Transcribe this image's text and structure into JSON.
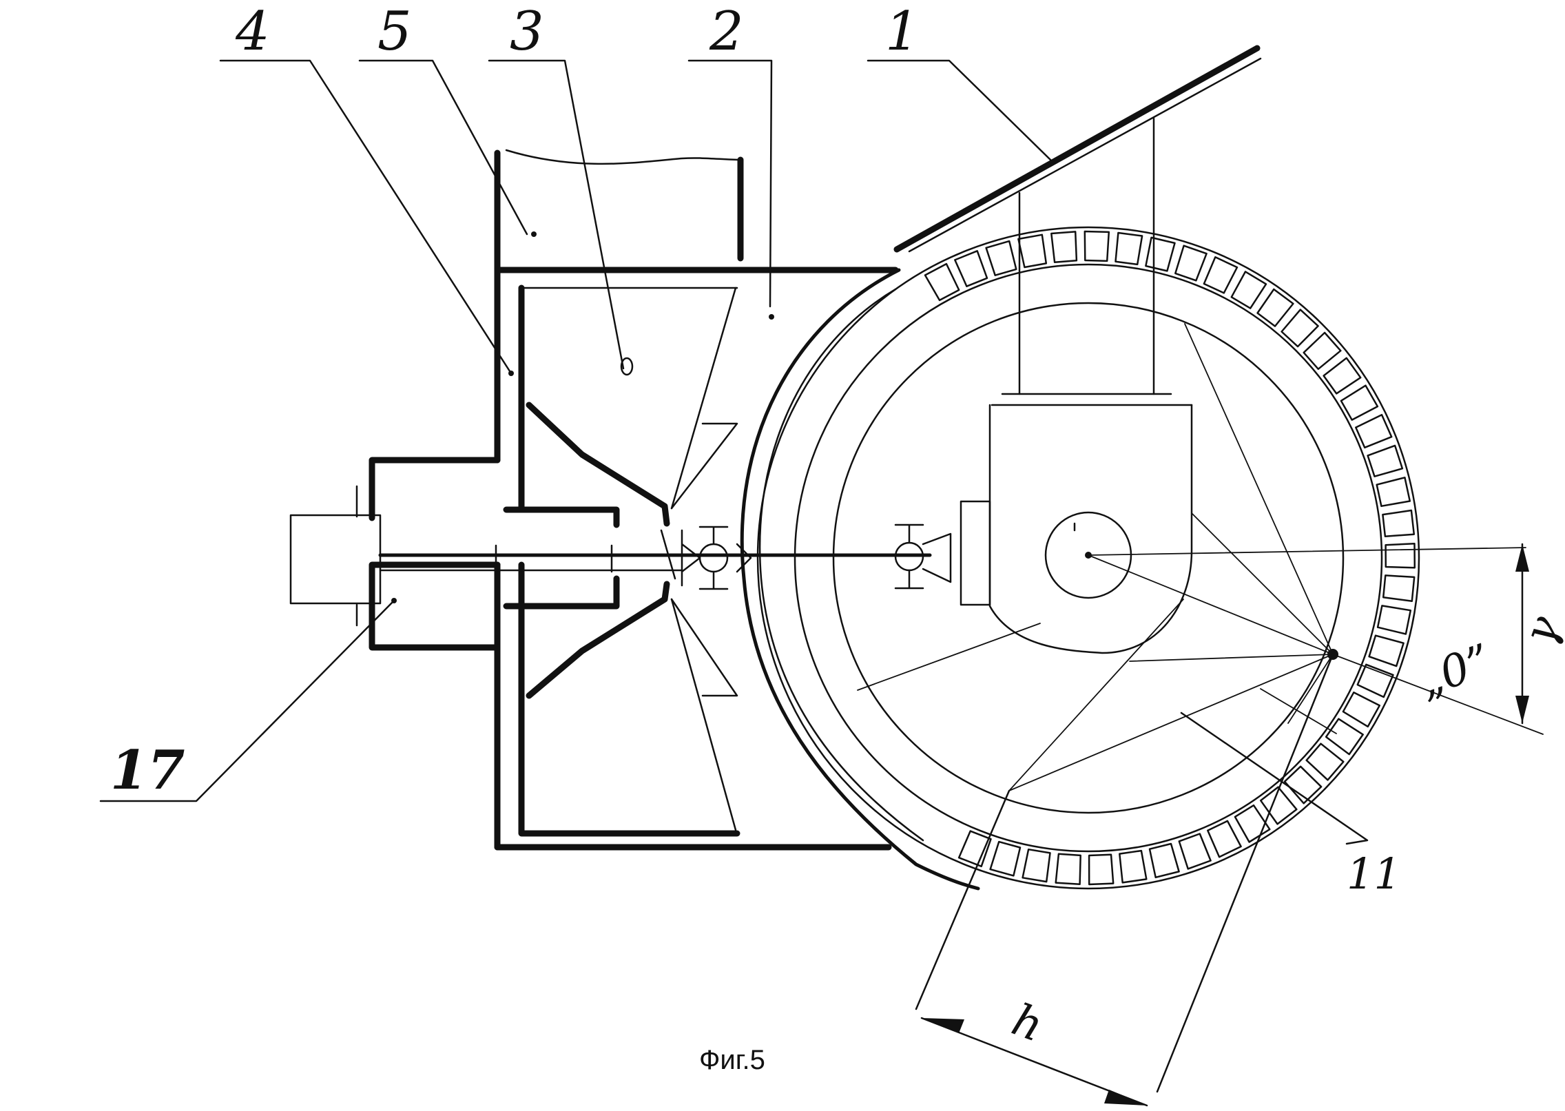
{
  "figure": {
    "caption": "Фиг.5",
    "callouts": [
      {
        "id": "callout-4",
        "text": "4"
      },
      {
        "id": "callout-5",
        "text": "5"
      },
      {
        "id": "callout-3",
        "text": "3"
      },
      {
        "id": "callout-2",
        "text": "2"
      },
      {
        "id": "callout-1",
        "text": "1"
      },
      {
        "id": "callout-17",
        "text": "17"
      },
      {
        "id": "callout-11",
        "text": "11"
      }
    ],
    "angle_label": "„0”",
    "angle_symbol": "γ",
    "dimension_label": "h"
  }
}
